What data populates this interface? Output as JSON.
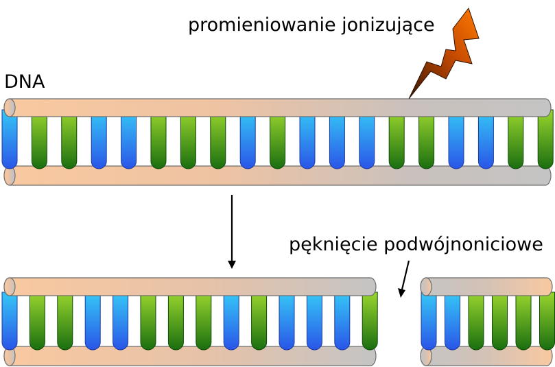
{
  "labels": {
    "radiation": "promieniowanie jonizujące",
    "dna": "DNA",
    "break": "pęknięcie podwójnoniciowe"
  },
  "colors": {
    "backbone_warm": "#f9c9a0",
    "backbone_grey": "#c4c4c4",
    "base_blue_light": "#35c8f6",
    "base_blue_dark": "#2a55e8",
    "base_green_light": "#9ad62e",
    "base_green_dark": "#1a6e10",
    "bolt_orange": "#ff7a00",
    "bolt_dark": "#3a1400"
  },
  "dna": {
    "base_sequence": [
      "B",
      "G",
      "G",
      "B",
      "B",
      "G",
      "G",
      "G",
      "B",
      "G",
      "B",
      "B",
      "B",
      "G",
      "G",
      "B",
      "B",
      "G",
      "G",
      "G"
    ]
  },
  "fragment_left": {
    "base_sequence": [
      "B",
      "G",
      "G",
      "B",
      "B",
      "G",
      "G",
      "G",
      "B",
      "G",
      "B",
      "B",
      "B",
      "G"
    ]
  },
  "fragment_right": {
    "base_sequence": [
      "B",
      "B",
      "G",
      "G",
      "G",
      "G"
    ]
  }
}
